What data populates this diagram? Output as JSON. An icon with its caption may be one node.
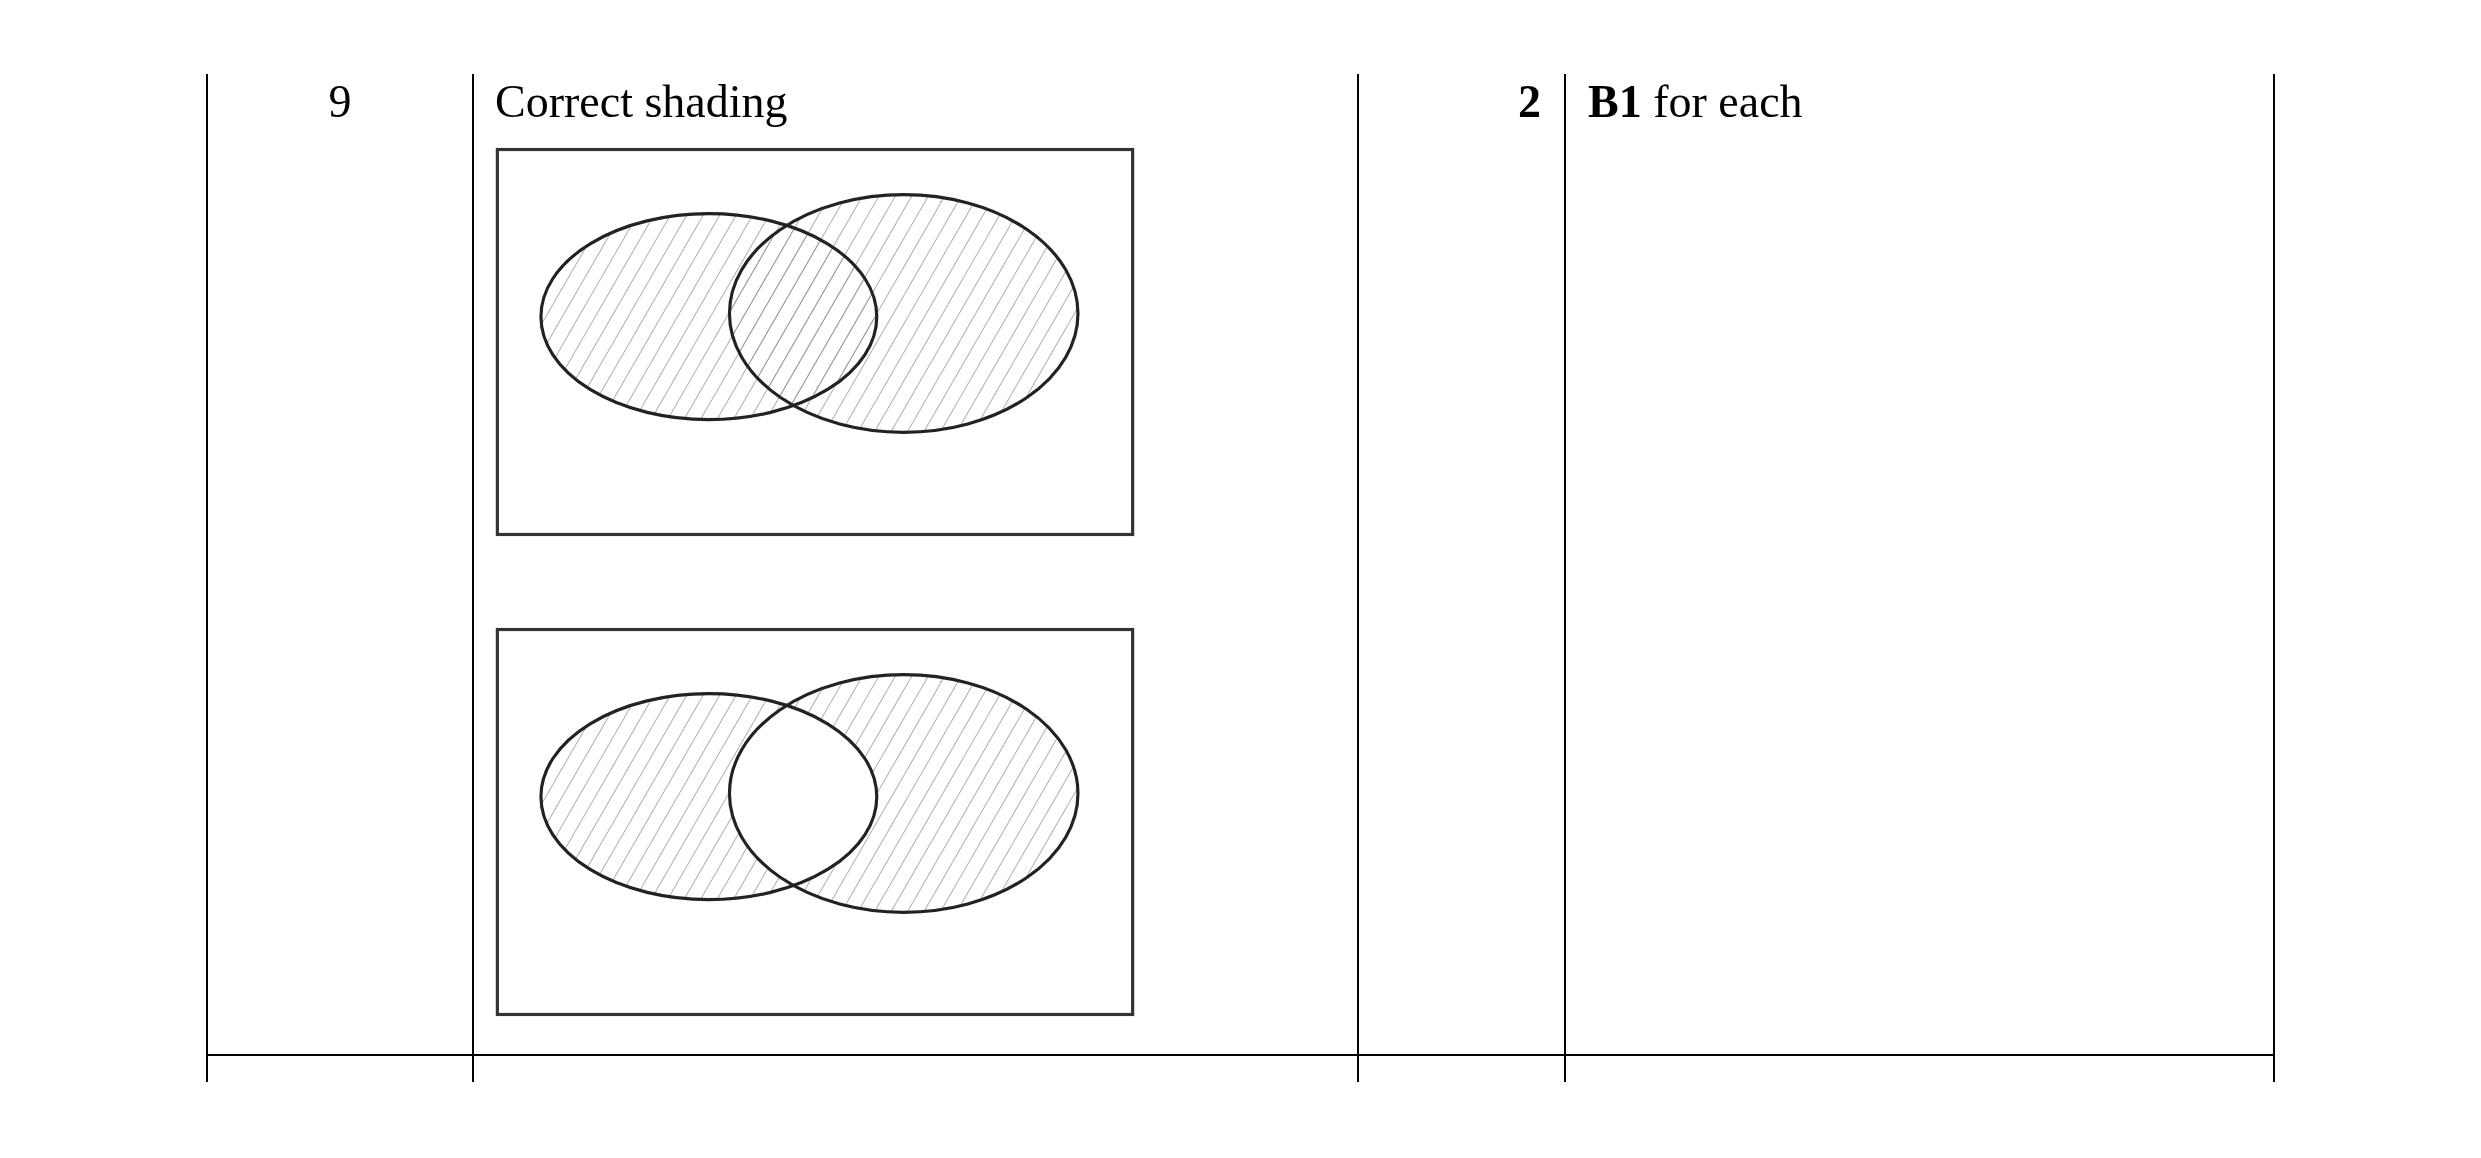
{
  "diagram": {
    "labels": [
      "9",
      "Correct shading",
      "2",
      "**B1** for each"
    ]
  }
}
